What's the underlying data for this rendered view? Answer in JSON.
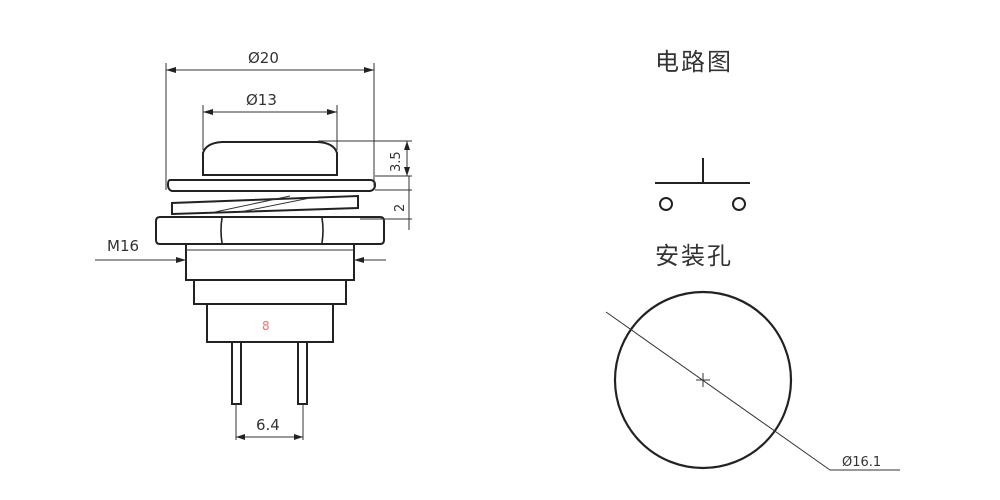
{
  "labels": {
    "dia_outer": "Ø20",
    "dia_cap": "Ø13",
    "cap_height": "3.5",
    "flange_height": "2",
    "thread": "M16",
    "pin_spacing": "6.4",
    "hole_dia": "Ø16.1",
    "circuit_title": "电路图",
    "mount_title": "安装孔",
    "body_mark": "8"
  },
  "colors": {
    "line": "#222222",
    "text": "#333333",
    "body_mark": "#e07a7a"
  }
}
